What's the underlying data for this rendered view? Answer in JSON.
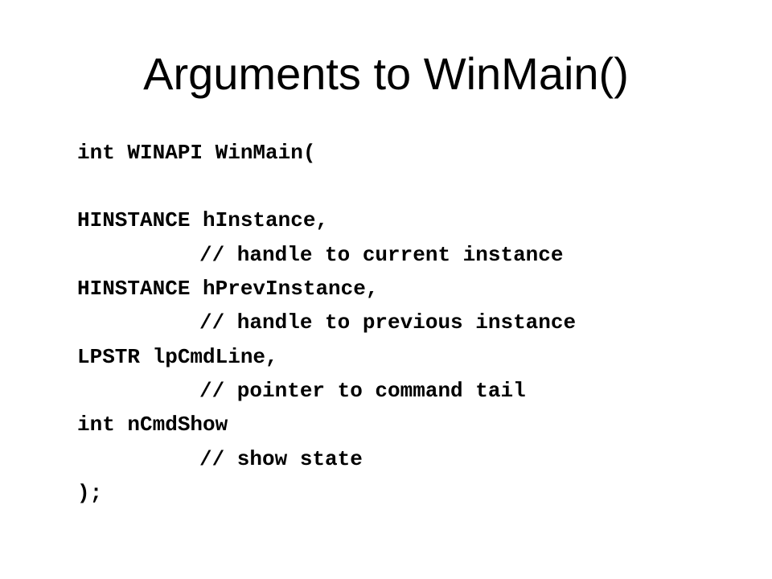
{
  "slide": {
    "title": "Arguments to WinMain()",
    "code_lines": [
      "int WINAPI WinMain(",
      "HINSTANCE hInstance,",
      "// handle to current instance",
      "HINSTANCE hPrevInstance,",
      "// handle to previous instance",
      "LPSTR lpCmdLine,",
      "// pointer to command tail",
      "int nCmdShow",
      "// show state",
      ");"
    ]
  }
}
